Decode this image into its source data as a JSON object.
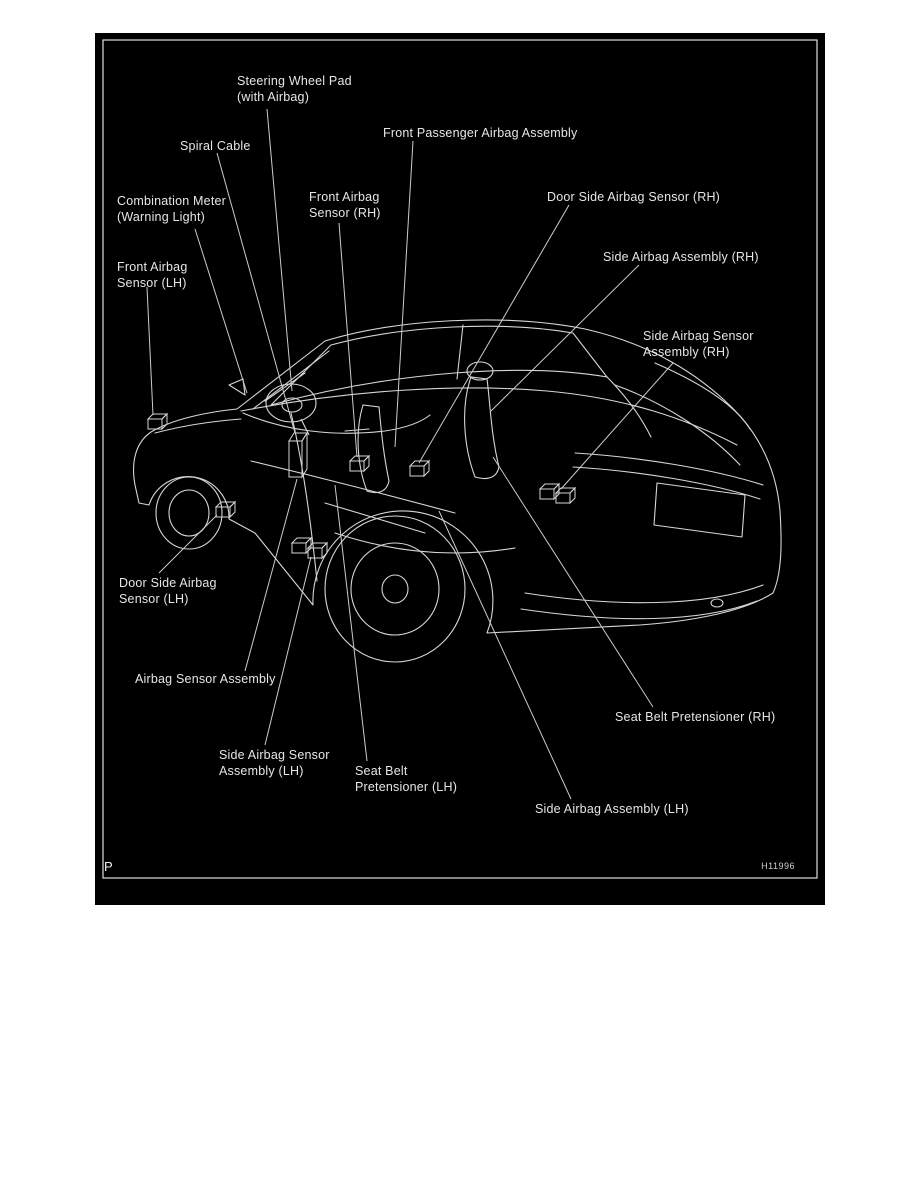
{
  "figure": {
    "corner_mark": "P",
    "figure_code": "H11996",
    "labels": {
      "steering_wheel_pad": "Steering Wheel Pad\n(with Airbag)",
      "spiral_cable": "Spiral Cable",
      "front_passenger_airbag_assembly": "Front Passenger Airbag Assembly",
      "combination_meter": "Combination Meter\n(Warning Light)",
      "front_airbag_sensor_rh": "Front Airbag\nSensor (RH)",
      "door_side_airbag_sensor_rh": "Door Side Airbag Sensor (RH)",
      "side_airbag_assembly_rh": "Side Airbag Assembly (RH)",
      "front_airbag_sensor_lh": "Front Airbag\nSensor (LH)",
      "side_airbag_sensor_assembly_rh": "Side Airbag Sensor\nAssembly (RH)",
      "door_side_airbag_sensor_lh": "Door Side Airbag\nSensor (LH)",
      "airbag_sensor_assembly": "Airbag Sensor Assembly",
      "side_airbag_sensor_assembly_lh": "Side Airbag Sensor\nAssembly (LH)",
      "seat_belt_pretensioner_lh": "Seat Belt\nPretensioner (LH)",
      "seat_belt_pretensioner_rh": "Seat Belt Pretensioner (RH)",
      "side_airbag_assembly_lh": "Side Airbag Assembly (LH)"
    },
    "colors": {
      "page_background": "#ffffff",
      "diagram_background": "#000000",
      "artwork_line": "#d6d6d6",
      "label_text": "#e6e6e6"
    }
  }
}
